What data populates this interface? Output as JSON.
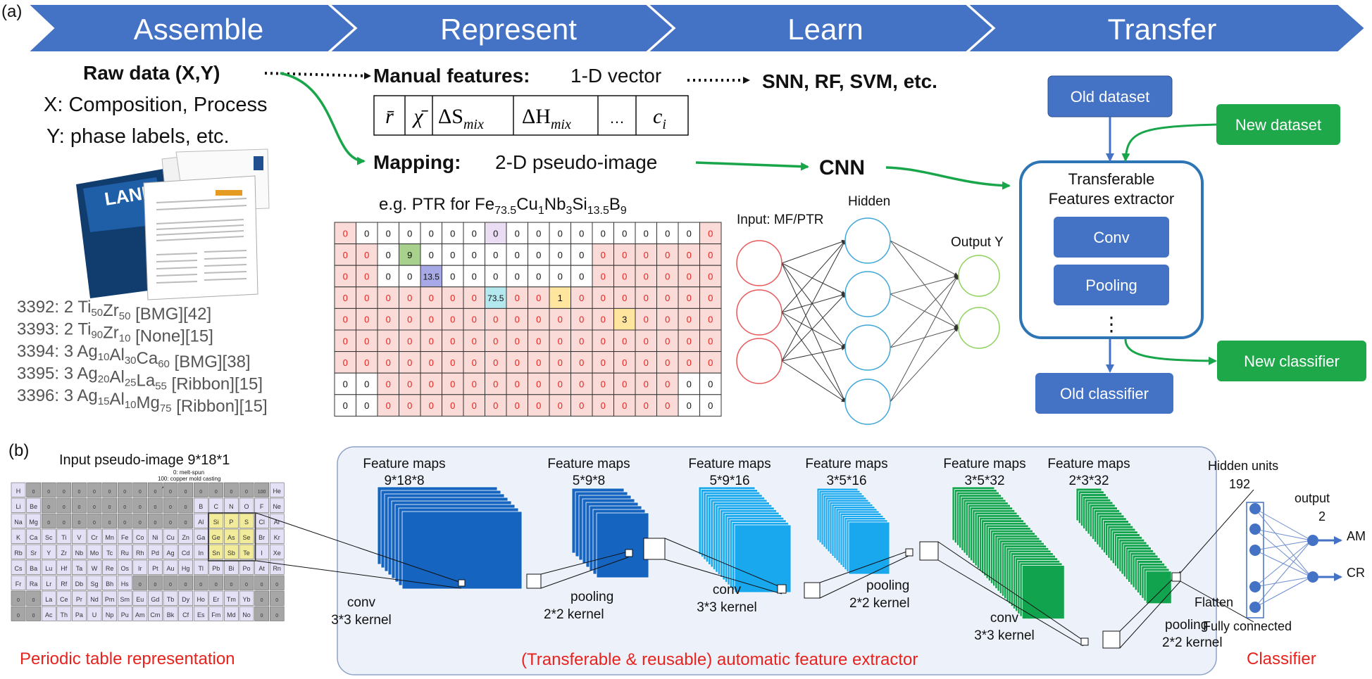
{
  "panel_a": {
    "label": "(a)",
    "stages": [
      "Assemble",
      "Represent",
      "Learn",
      "Transfer"
    ],
    "raw_data": "Raw data (X,Y)",
    "x_desc": "X: Composition, Process",
    "y_desc": "Y: phase labels, etc.",
    "manual_features_label": "Manual features:",
    "manual_features_desc": "1-D vector",
    "models": "SNN, RF, SVM, etc.",
    "feature_cells": [
      "r̄",
      "χ̄",
      "ΔS",
      "mix",
      "ΔH",
      "mix",
      "…",
      "c",
      "i"
    ],
    "mapping_label": "Mapping:",
    "mapping_desc": "2-D pseudo-image",
    "cnn": "CNN",
    "eg_prefix": "e.g. PTR for Fe",
    "formula": [
      {
        "el": "Fe",
        "sub": "73.5"
      },
      {
        "el": "Cu",
        "sub": "1"
      },
      {
        "el": "Nb",
        "sub": "3"
      },
      {
        "el": "Si",
        "sub": "13.5"
      },
      {
        "el": "B",
        "sub": "9"
      }
    ],
    "grid_values": {
      "v1": "9",
      "v2": "13.5",
      "v3": "73.5",
      "v4": "1",
      "v5": "3",
      "zero": "0"
    },
    "nn": {
      "input": "Input: MF/PTR",
      "hidden": "Hidden",
      "output": "Output Y"
    },
    "dataset_entries": [
      {
        "id": "3392:",
        "n": "2",
        "parts": [
          [
            "Ti",
            "50"
          ],
          [
            "Zr",
            "50"
          ]
        ],
        "tag": "[BMG][42]"
      },
      {
        "id": "3393:",
        "n": "2",
        "parts": [
          [
            "Ti",
            "90"
          ],
          [
            "Zr",
            "10"
          ]
        ],
        "tag": "[None][15]"
      },
      {
        "id": "3394:",
        "n": "3",
        "parts": [
          [
            "Ag",
            "10"
          ],
          [
            "Al",
            "30"
          ],
          [
            "Ca",
            "60"
          ]
        ],
        "tag": "[BMG][38]"
      },
      {
        "id": "3395:",
        "n": "3",
        "parts": [
          [
            "Ag",
            "20"
          ],
          [
            "Al",
            "25"
          ],
          [
            "La",
            "55"
          ]
        ],
        "tag": "[Ribbon][15]"
      },
      {
        "id": "3396:",
        "n": "3",
        "parts": [
          [
            "Ag",
            "15"
          ],
          [
            "Al",
            "10"
          ],
          [
            "Mg",
            "75"
          ]
        ],
        "tag": "[Ribbon][15]"
      }
    ],
    "transfer": {
      "old_dataset": "Old dataset",
      "new_dataset": "New dataset",
      "extractor_line1": "Transferable",
      "extractor_line2": "Features extractor",
      "conv": "Conv",
      "pooling": "Pooling",
      "dots": "⋮",
      "old_classifier": "Old classifier",
      "new_classifier": "New classifier"
    },
    "journal_logo": "LANDO"
  },
  "panel_b": {
    "label": "(b)",
    "input_title": "Input pseudo-image 9*18*1",
    "legend_line1": "0: melt-spun",
    "legend_line2": "100: copper mold casting",
    "periodic_caption": "Periodic table representation",
    "extractor_caption": "(Transferable & reusable) automatic feature extractor",
    "classifier_caption": "Classifier",
    "fm_title": "Feature maps",
    "fm_dims": [
      "9*18*8",
      "5*9*8",
      "5*9*16",
      "3*5*16",
      "3*5*32",
      "2*3*32"
    ],
    "ops": [
      {
        "name": "conv",
        "kernel": "3*3 kernel"
      },
      {
        "name": "pooling",
        "kernel": "2*2 kernel"
      },
      {
        "name": "conv",
        "kernel": "3*3 kernel"
      },
      {
        "name": "pooling",
        "kernel": "2*2 kernel"
      },
      {
        "name": "conv",
        "kernel": "3*3 kernel"
      },
      {
        "name": "pooling",
        "kernel": "2*2 kernel"
      }
    ],
    "hidden_units_label": "Hidden units",
    "hidden_units": "192",
    "output_label": "output",
    "output_n": "2",
    "outputs": [
      "AM",
      "CR"
    ],
    "flatten": "Flatten",
    "fully_connected": "Fully connected",
    "periodic_rows": [
      [
        "H",
        "",
        "",
        "",
        "",
        "",
        "",
        "",
        "",
        "",
        "",
        "",
        "",
        "",
        "",
        "",
        "",
        "He"
      ],
      [
        "Li",
        "Be",
        "",
        "",
        "",
        "",
        "",
        "",
        "",
        "",
        "",
        "",
        "B",
        "C",
        "N",
        "O",
        "F",
        "Ne"
      ],
      [
        "Na",
        "Mg",
        "",
        "",
        "",
        "",
        "",
        "",
        "",
        "",
        "",
        "",
        "Al",
        "Si",
        "P",
        "S",
        "Cl",
        "Ar"
      ],
      [
        "K",
        "Ca",
        "Sc",
        "Ti",
        "V",
        "Cr",
        "Mn",
        "Fe",
        "Co",
        "Ni",
        "Cu",
        "Zn",
        "Ga",
        "Ge",
        "As",
        "Se",
        "Br",
        "Kr"
      ],
      [
        "Rb",
        "Sr",
        "Y",
        "Zr",
        "Nb",
        "Mo",
        "Tc",
        "Ru",
        "Rh",
        "Pd",
        "Ag",
        "Cd",
        "In",
        "Sn",
        "Sb",
        "Te",
        "I",
        "Xe"
      ],
      [
        "Cs",
        "Ba",
        "Lu",
        "Hf",
        "Ta",
        "W",
        "Re",
        "Os",
        "Ir",
        "Pt",
        "Au",
        "Hg",
        "Tl",
        "Pb",
        "Bi",
        "Po",
        "At",
        "Rn"
      ],
      [
        "Fr",
        "Ra",
        "Lr",
        "Rf",
        "Db",
        "Sg",
        "Bh",
        "Hs",
        "",
        "",
        "",
        "",
        "",
        "",
        "",
        "",
        "",
        ""
      ],
      [
        "",
        "",
        "La",
        "Ce",
        "Pr",
        "Nd",
        "Pm",
        "Sm",
        "Eu",
        "Gd",
        "Tb",
        "Dy",
        "Ho",
        "Er",
        "Tm",
        "Yb",
        "",
        ""
      ],
      [
        "",
        "",
        "Ac",
        "Th",
        "Pa",
        "U",
        "Np",
        "Pu",
        "Am",
        "Cm",
        "Bk",
        "Cf",
        "Es",
        "Fm",
        "Md",
        "No",
        "",
        ""
      ]
    ],
    "periodic_zero": "0",
    "periodic_hundred": "100"
  },
  "colors": {
    "arrow_blue": "#4472C4",
    "box_blue": "#4472C4",
    "box_green": "#1FA84A",
    "arrow_green": "#19A64A",
    "red_text": "#E8231E",
    "pink_cell": "#FADBD8",
    "fm_dark": "#1464C0",
    "fm_light": "#19A7EE",
    "fm_green": "#11A34E",
    "panel_bg": "#EDF1FA",
    "nn_red": "#E8595B",
    "nn_blue": "#3FA6DA",
    "nn_green": "#8FD25E"
  }
}
